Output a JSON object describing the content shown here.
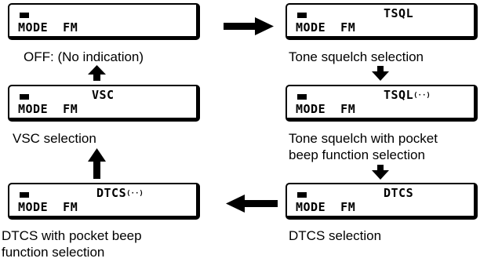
{
  "displays": [
    {
      "mode": "MODE  FM",
      "tone": "",
      "tone_suffix": "",
      "caption": "OFF: (No indication)"
    },
    {
      "mode": "MODE  FM",
      "tone": "TSQL",
      "tone_suffix": "",
      "caption": "Tone squelch selection"
    },
    {
      "mode": "MODE  FM",
      "tone": "VSC",
      "tone_suffix": "",
      "caption": "VSC selection"
    },
    {
      "mode": "MODE  FM",
      "tone": "TSQL",
      "tone_suffix": "(··)",
      "caption_line1": "Tone squelch with pocket",
      "caption_line2": "beep function selection"
    },
    {
      "mode": "MODE  FM",
      "tone": "DTCS",
      "tone_suffix": "(··)",
      "caption_line1": "DTCS with pocket beep",
      "caption_line2": "function selection"
    },
    {
      "mode": "MODE  FM",
      "tone": "DTCS",
      "tone_suffix": "",
      "caption": "DTCS selection"
    }
  ],
  "colors": {
    "ink": "#000000",
    "background": "#ffffff"
  }
}
